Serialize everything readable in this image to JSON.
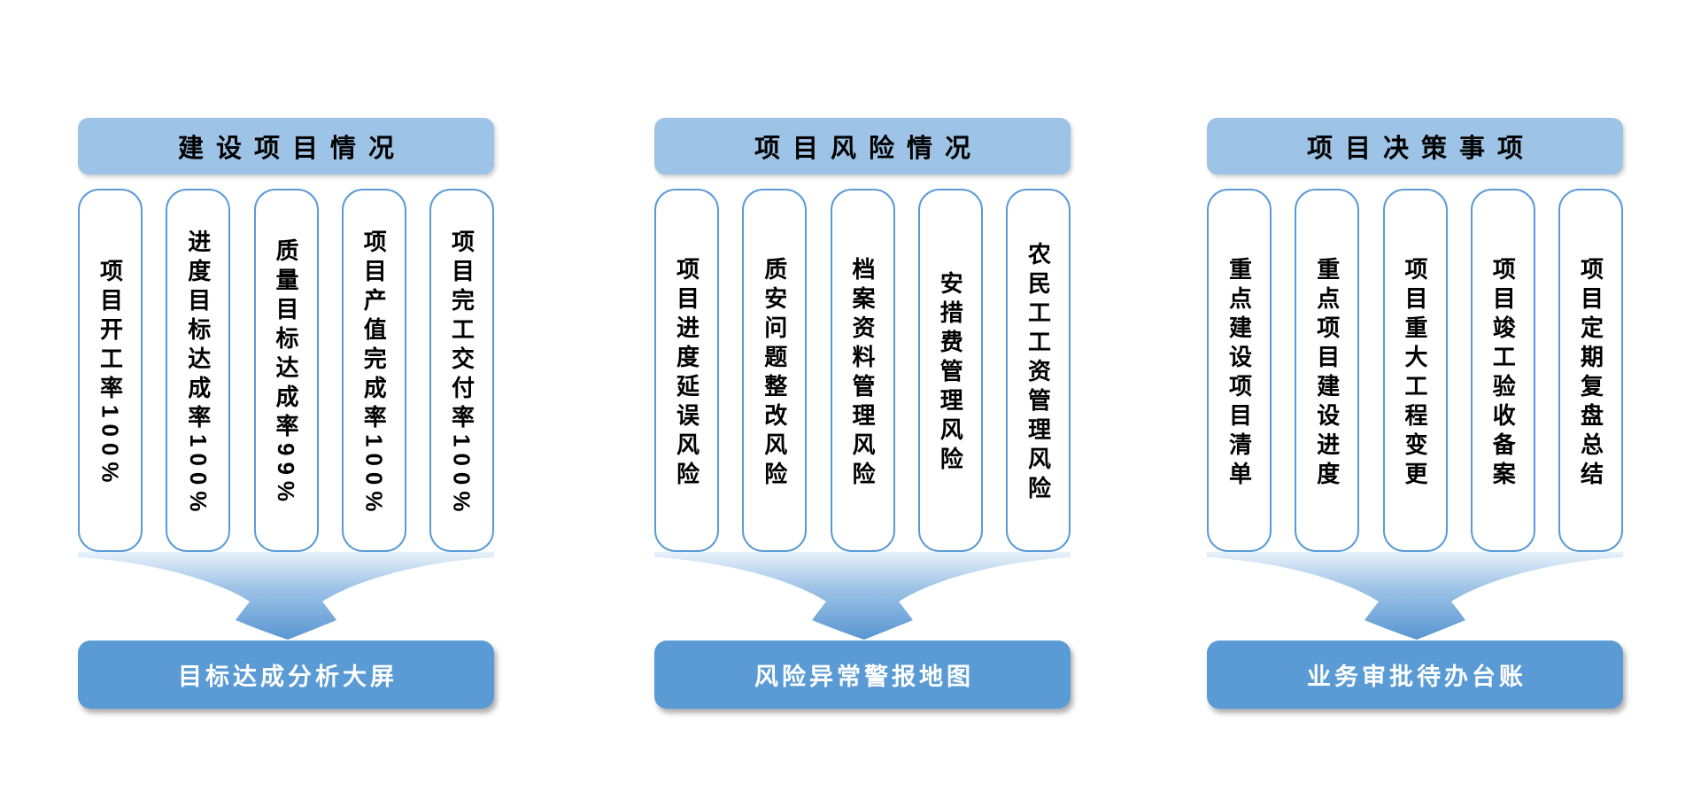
{
  "colors": {
    "header_fill": "#9DC3E6",
    "pill_border": "#5B9BD5",
    "result_fill": "#5B9BD5",
    "result_text": "#FFFFFF",
    "funnel_top": "#E9F2FB",
    "funnel_bottom": "#5896D2",
    "text": "#000000",
    "background": "#FFFFFF"
  },
  "groups": [
    {
      "header": "建设项目情况",
      "pills": [
        "项目开工率100%",
        "进度目标达成率100%",
        "质量目标达成率99%",
        "项目产值完成率100%",
        "项目完工交付率100%"
      ],
      "result": "目标达成分析大屏"
    },
    {
      "header": "项目风险情况",
      "pills": [
        "项目进度延误风险",
        "质安问题整改风险",
        "档案资料管理风险",
        "安措费管理风险",
        "农民工工资管理风险"
      ],
      "result": "风险异常警报地图"
    },
    {
      "header": "项目决策事项",
      "pills": [
        "重点建设项目清单",
        "重点项目建设进度",
        "项目重大工程变更",
        "项目竣工验收备案",
        "项目定期复盘总结"
      ],
      "result": "业务审批待办台账"
    }
  ]
}
